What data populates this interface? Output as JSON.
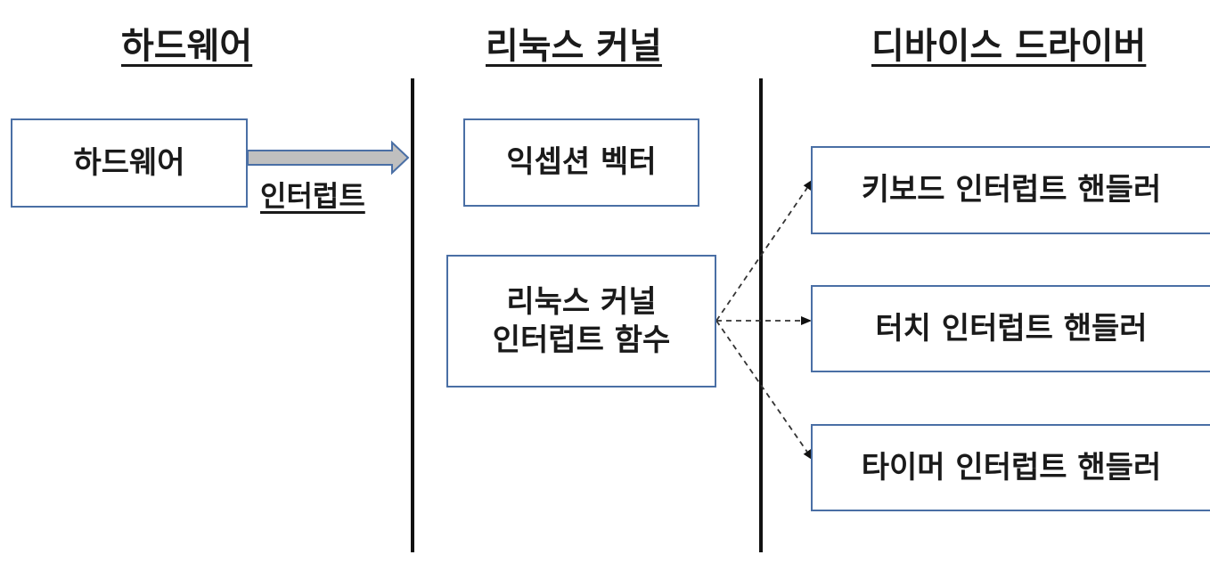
{
  "headings": {
    "hardware": "하드웨어",
    "kernel": "리눅스 커널",
    "driver": "디바이스 드라이버"
  },
  "nodes": {
    "hardware": "하드웨어",
    "exception_vector": "익셉션 벡터",
    "kernel_irq_line1": "리눅스 커널",
    "kernel_irq_line2": "인터럽트 함수",
    "keyboard_handler": "키보드 인터럽트 핸들러",
    "touch_handler": "터치 인터럽트 핸들러",
    "timer_handler": "타이머 인터럽트 핸들러"
  },
  "edges": {
    "interrupt_label": "인터럽트"
  },
  "colors": {
    "box_border": "#4a6fa5",
    "arrow_fill": "#bfbfbf",
    "arrow_stroke": "#4a6fa5",
    "divider": "#111111"
  }
}
